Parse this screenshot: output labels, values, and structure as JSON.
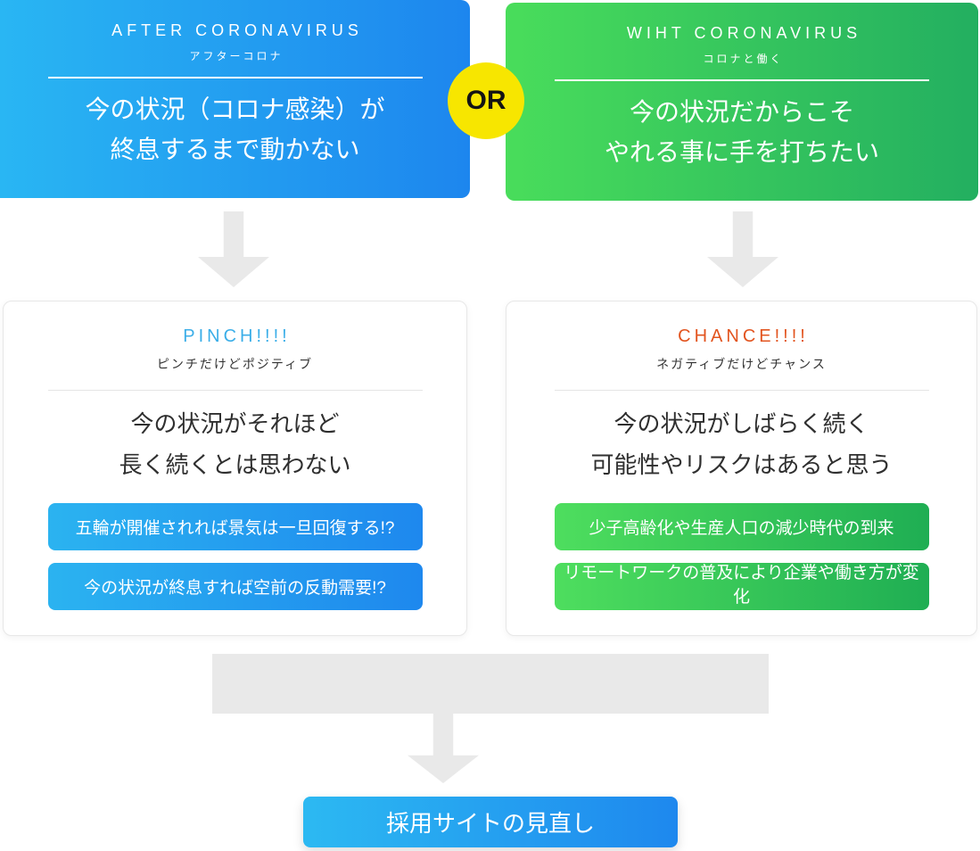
{
  "top": {
    "left_box": {
      "title_en": "AFTER CORONAVIRUS",
      "title_ja": "アフターコロナ",
      "line1": "今の状況（コロナ感染）が",
      "line2": "終息するまで動かない",
      "gradient_start": "#29b6f3",
      "gradient_end": "#1d86ee"
    },
    "or_badge": {
      "label": "OR",
      "bg_color": "#f7e600",
      "text_color": "#141414"
    },
    "right_box": {
      "title_en": "WIHT CORONAVIRUS",
      "title_ja": "コロナと働く",
      "line1": "今の状況だからこそ",
      "line2": "やれる事に手を打ちたい",
      "gradient_start": "#49dd5b",
      "gradient_end": "#23af60"
    }
  },
  "cards": {
    "left": {
      "heading": "PINCH!!!!",
      "heading_color": "#3baee8",
      "subheading": "ピンチだけどポジティブ",
      "body_line1": "今の状況がそれほど",
      "body_line2": "長く続くとは思わない",
      "buttons": [
        "五輪が開催されれば景気は一旦回復する!?",
        "今の状況が終息すれば空前の反動需要!?"
      ],
      "button_gradient_start": "#2bb3f0",
      "button_gradient_end": "#1e88ee"
    },
    "right": {
      "heading": "CHANCE!!!!",
      "heading_color": "#e2541f",
      "subheading": "ネガティブだけどチャンス",
      "body_line1": "今の状況がしばらく続く",
      "body_line2": "可能性やリスクはあると思う",
      "buttons": [
        "少子高齢化や生産人口の減少時代の到来",
        "リモートワークの普及により企業や働き方が変化"
      ],
      "button_gradient_start": "#4ede5e",
      "button_gradient_end": "#1fae53"
    }
  },
  "footer": {
    "cta_label": "採用サイトの見直し",
    "cta_gradient_start": "#2cb9f2",
    "cta_gradient_end": "#1e88ee"
  },
  "decor": {
    "arrow_color": "#e9e9e9"
  }
}
